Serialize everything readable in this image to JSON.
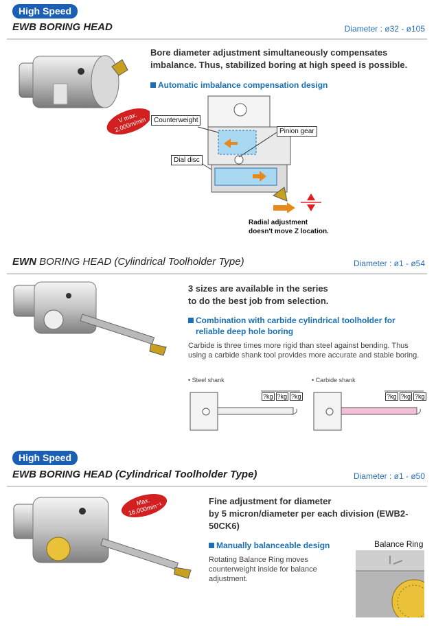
{
  "section1": {
    "badge": "High Speed",
    "title_prefix": "EWB",
    "title_rest": " BORING HEAD",
    "diameter": "Diameter : ø32 - ø105",
    "speed_line1": "V max.",
    "speed_line2": "2,000m/min",
    "lead": "Bore diameter adjustment simultaneously compensates imbalance. Thus, stabilized boring at high speed is possible.",
    "feature": "Automatic imbalance compensation design",
    "labels": {
      "counterweight": "Counterweight",
      "pinion": "Pinion gear",
      "dial": "Dial disc"
    },
    "note_line1": "Radial adjustment",
    "note_line2": "doesn't move Z location."
  },
  "section2": {
    "title_prefix": "EWN",
    "title_rest": " BORING HEAD (Cylindrical Toolholder Type)",
    "diameter": "Diameter : ø1 - ø54",
    "lead_line1": "3 sizes are available in the series",
    "lead_line2": "to do the best job from selection.",
    "feature_line1": "Combination with carbide cylindrical toolholder for",
    "feature_line2": "reliable deep hole boring",
    "body": "Carbide is three times more rigid than steel against bending. Thus using a carbide shank tool provides more accurate and stable boring.",
    "steel_label": "• Steel shank",
    "carbide_label": "• Carbide shank",
    "weight_label": "?kg"
  },
  "section3": {
    "badge": "High Speed",
    "title_prefix": "EWB",
    "title_rest": " BORING HEAD (Cylindrical Toolholder Type)",
    "diameter": "Diameter : ø1 - ø50",
    "speed_line1": "Max.",
    "speed_line2": "16,000min⁻¹",
    "lead_line1": "Fine adjustment for diameter",
    "lead_line2": "by 5 micron/diameter per each division (EWB2-",
    "lead_line3": "50CK6)",
    "feature": "Manually balanceable design",
    "body_line1": "Rotating Balance Ring moves",
    "body_line2": "counterweight inside for balance",
    "body_line3": "adjustment.",
    "ring_label": "Balance Ring"
  }
}
